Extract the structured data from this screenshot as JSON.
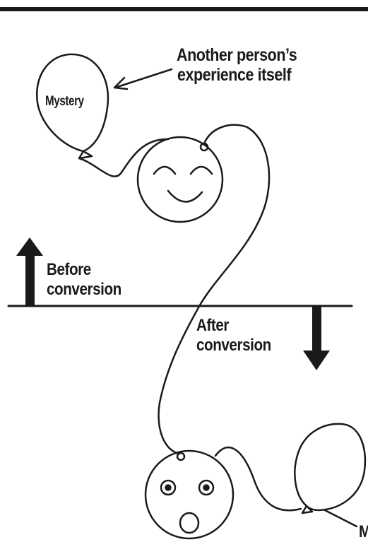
{
  "labels": {
    "mystery": "Mystery",
    "another_person_line1": "Another person’s",
    "another_person_line2": "experience itself",
    "before_line1": "Before",
    "before_line2": "conversion",
    "after_line1": "After",
    "after_line2": "conversion",
    "cut_off_label": "M"
  },
  "colors": {
    "ink": "#1a1a1a",
    "background": "#ffffff"
  },
  "icons": [
    "happy-face-icon",
    "surprised-face-icon",
    "balloon-icon",
    "up-arrow-icon",
    "down-arrow-icon"
  ]
}
